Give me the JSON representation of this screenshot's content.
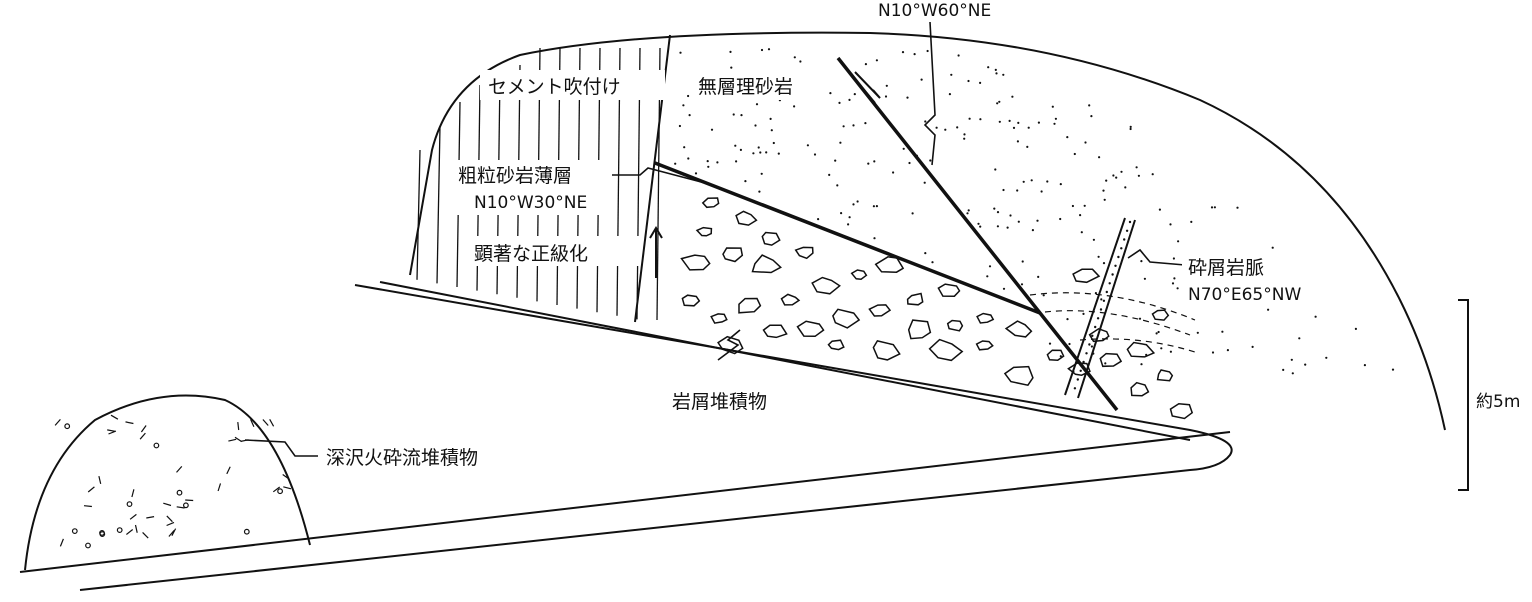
{
  "labels": {
    "cement": "セメント吹付け",
    "sandstone": "無層理砂岩",
    "fault_orientation": "N10°W60°NE",
    "coarse_layer": "粗粒砂岩薄層",
    "coarse_layer_orientation": "N10°W30°NE",
    "grading": "顕著な正級化",
    "clastic_dike": "砕屑岩脈",
    "clastic_dike_orientation": "N70°E65°NW",
    "debris": "岩屑堆積物",
    "pyroclastic": "深沢火砕流堆積物",
    "scale": "約5m"
  },
  "colors": {
    "ink": "#111111",
    "background": "#ffffff"
  }
}
